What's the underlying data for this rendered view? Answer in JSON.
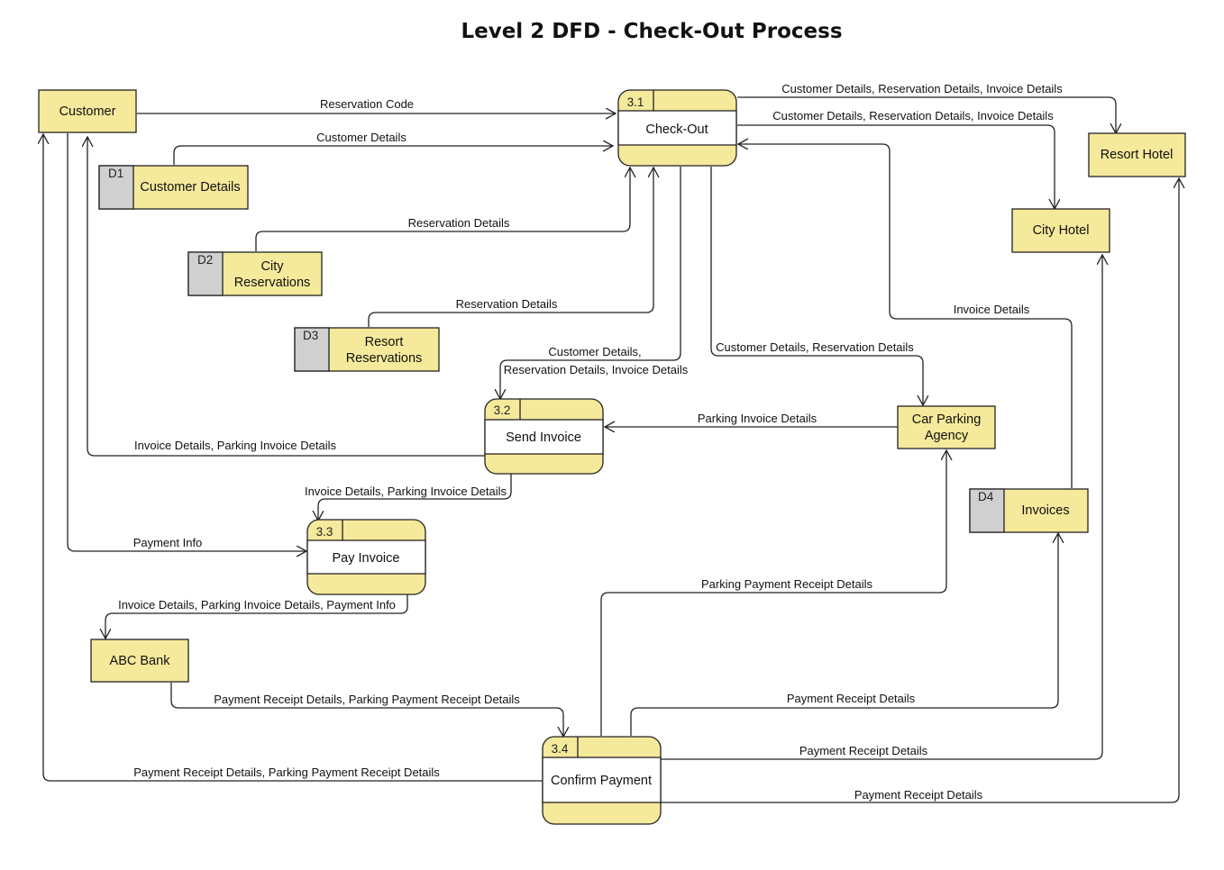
{
  "title": "Level 2 DFD - Check-Out Process",
  "colors": {
    "fill": "#f5e99b",
    "store_tab": "#d0d0d0",
    "stroke": "#222222"
  },
  "entities": {
    "customer": "Customer",
    "resort_hotel": "Resort Hotel",
    "city_hotel": "City Hotel",
    "car_parking": [
      "Car Parking",
      "Agency"
    ],
    "abc_bank": "ABC Bank"
  },
  "processes": {
    "p31": {
      "id": "3.1",
      "name": "Check-Out"
    },
    "p32": {
      "id": "3.2",
      "name": "Send Invoice"
    },
    "p33": {
      "id": "3.3",
      "name": "Pay Invoice"
    },
    "p34": {
      "id": "3.4",
      "name": "Confirm Payment"
    }
  },
  "stores": {
    "d1": {
      "id": "D1",
      "name": [
        "Customer Details"
      ]
    },
    "d2": {
      "id": "D2",
      "name": [
        "City",
        "Reservations"
      ]
    },
    "d3": {
      "id": "D3",
      "name": [
        "Resort",
        "Reservations"
      ]
    },
    "d4": {
      "id": "D4",
      "name": [
        "Invoices"
      ]
    }
  },
  "flows": {
    "reservation_code": "Reservation Code",
    "customer_details": "Customer Details",
    "reservation_details_d2": "Reservation Details",
    "reservation_details_d3": "Reservation Details",
    "to_resort": "Customer Details, Reservation Details, Invoice Details",
    "to_city": "Customer Details, Reservation Details, Invoice Details",
    "to_send_invoice": [
      "Customer Details,",
      "Reservation Details, Invoice Details"
    ],
    "to_car_parking": "Customer Details, Reservation Details",
    "invoices_to_checkout": "Invoice Details",
    "parking_invoice": "Parking Invoice Details",
    "to_customer_invoice": "Invoice Details, Parking Invoice Details",
    "to_pay_invoice": "Invoice Details, Parking Invoice Details",
    "payment_info": "Payment Info",
    "to_bank": "Invoice Details, Parking Invoice Details, Payment Info",
    "bank_receipts": "Payment Receipt Details, Parking Payment Receipt Details",
    "parking_receipt": "Parking Payment Receipt Details",
    "receipt_to_invoices": "Payment Receipt Details",
    "receipt_to_city": "Payment Receipt Details",
    "receipt_to_customer": "Payment Receipt Details, Parking Payment Receipt Details",
    "receipt_to_resort": "Payment Receipt Details"
  }
}
